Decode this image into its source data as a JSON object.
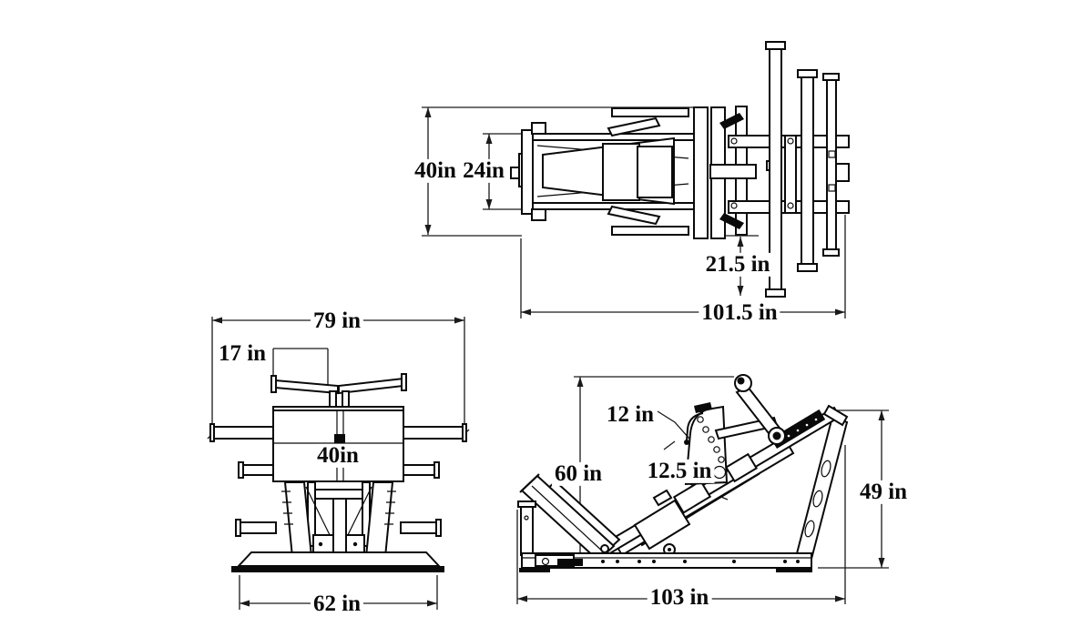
{
  "drawing": {
    "background": "#ffffff",
    "line_color": "#0a0a0a",
    "unit": "in"
  },
  "dimensions": {
    "top_view": {
      "footplate_width": "40in",
      "seat_width": "24in",
      "weight_horn_length": "21.5 in",
      "overall_length": "101.5 in"
    },
    "front_view": {
      "overall_width": "79 in",
      "handle_offset": "17 in",
      "footplate_width": "40in",
      "base_width": "62 in"
    },
    "side_view": {
      "backrest_adjustment": "12 in",
      "overall_height": "60 in",
      "seat_adjustment": "12.5 in",
      "frame_height": "49 in",
      "overall_length": "103 in"
    }
  }
}
